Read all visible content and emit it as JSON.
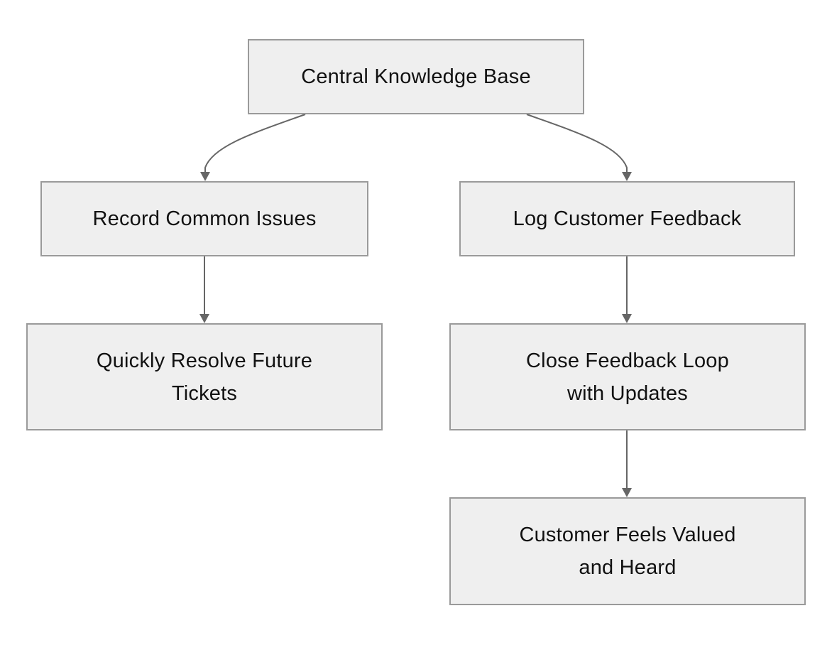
{
  "diagram": {
    "nodes": [
      {
        "id": "kb",
        "label": "Central Knowledge Base"
      },
      {
        "id": "record",
        "label": "Record Common Issues"
      },
      {
        "id": "log",
        "label": "Log Customer Feedback"
      },
      {
        "id": "resolve",
        "label": "Quickly Resolve Future\nTickets"
      },
      {
        "id": "close",
        "label": "Close Feedback Loop\nwith Updates"
      },
      {
        "id": "valued",
        "label": "Customer Feels Valued\nand Heard"
      }
    ],
    "edges": [
      {
        "from": "kb",
        "to": "record"
      },
      {
        "from": "kb",
        "to": "log"
      },
      {
        "from": "record",
        "to": "resolve"
      },
      {
        "from": "log",
        "to": "close"
      },
      {
        "from": "close",
        "to": "valued"
      }
    ],
    "colors": {
      "node_fill": "#efefef",
      "node_border": "#9a9a9a",
      "edge": "#666666",
      "text": "#111111"
    }
  }
}
